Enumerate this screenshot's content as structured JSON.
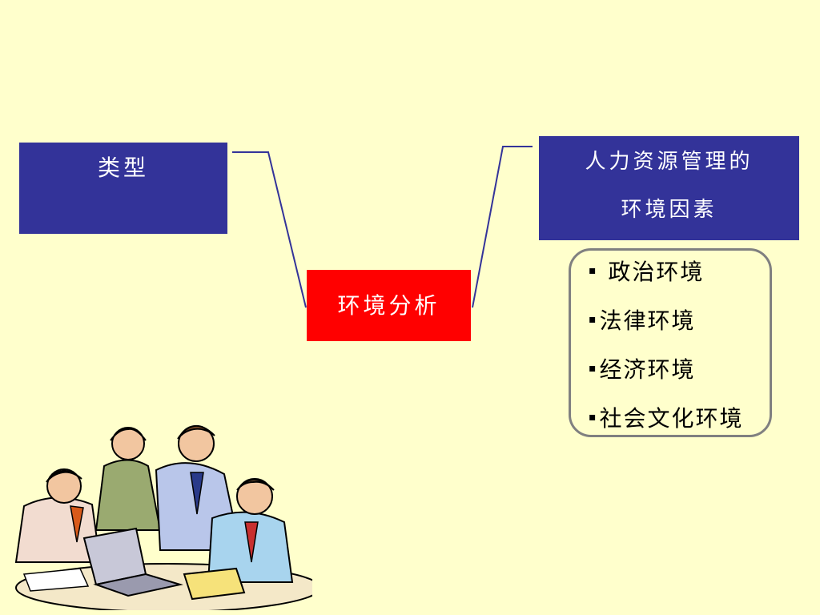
{
  "boxes": {
    "type_label": "类型",
    "factors_line1": "人力资源管理的",
    "factors_line2": "环境因素",
    "center_label": "环境分析"
  },
  "factors_list": {
    "bullet": "▪",
    "items": [
      "政治环境",
      "法律环境",
      "经济环境",
      "社会文化环境"
    ]
  },
  "illustration": {
    "name": "business-team-meeting-clipart"
  },
  "colors": {
    "background": "#ffffcc",
    "box_blue": "#333399",
    "box_red": "#ff0000",
    "connector": "#333399",
    "frame": "#808080"
  }
}
